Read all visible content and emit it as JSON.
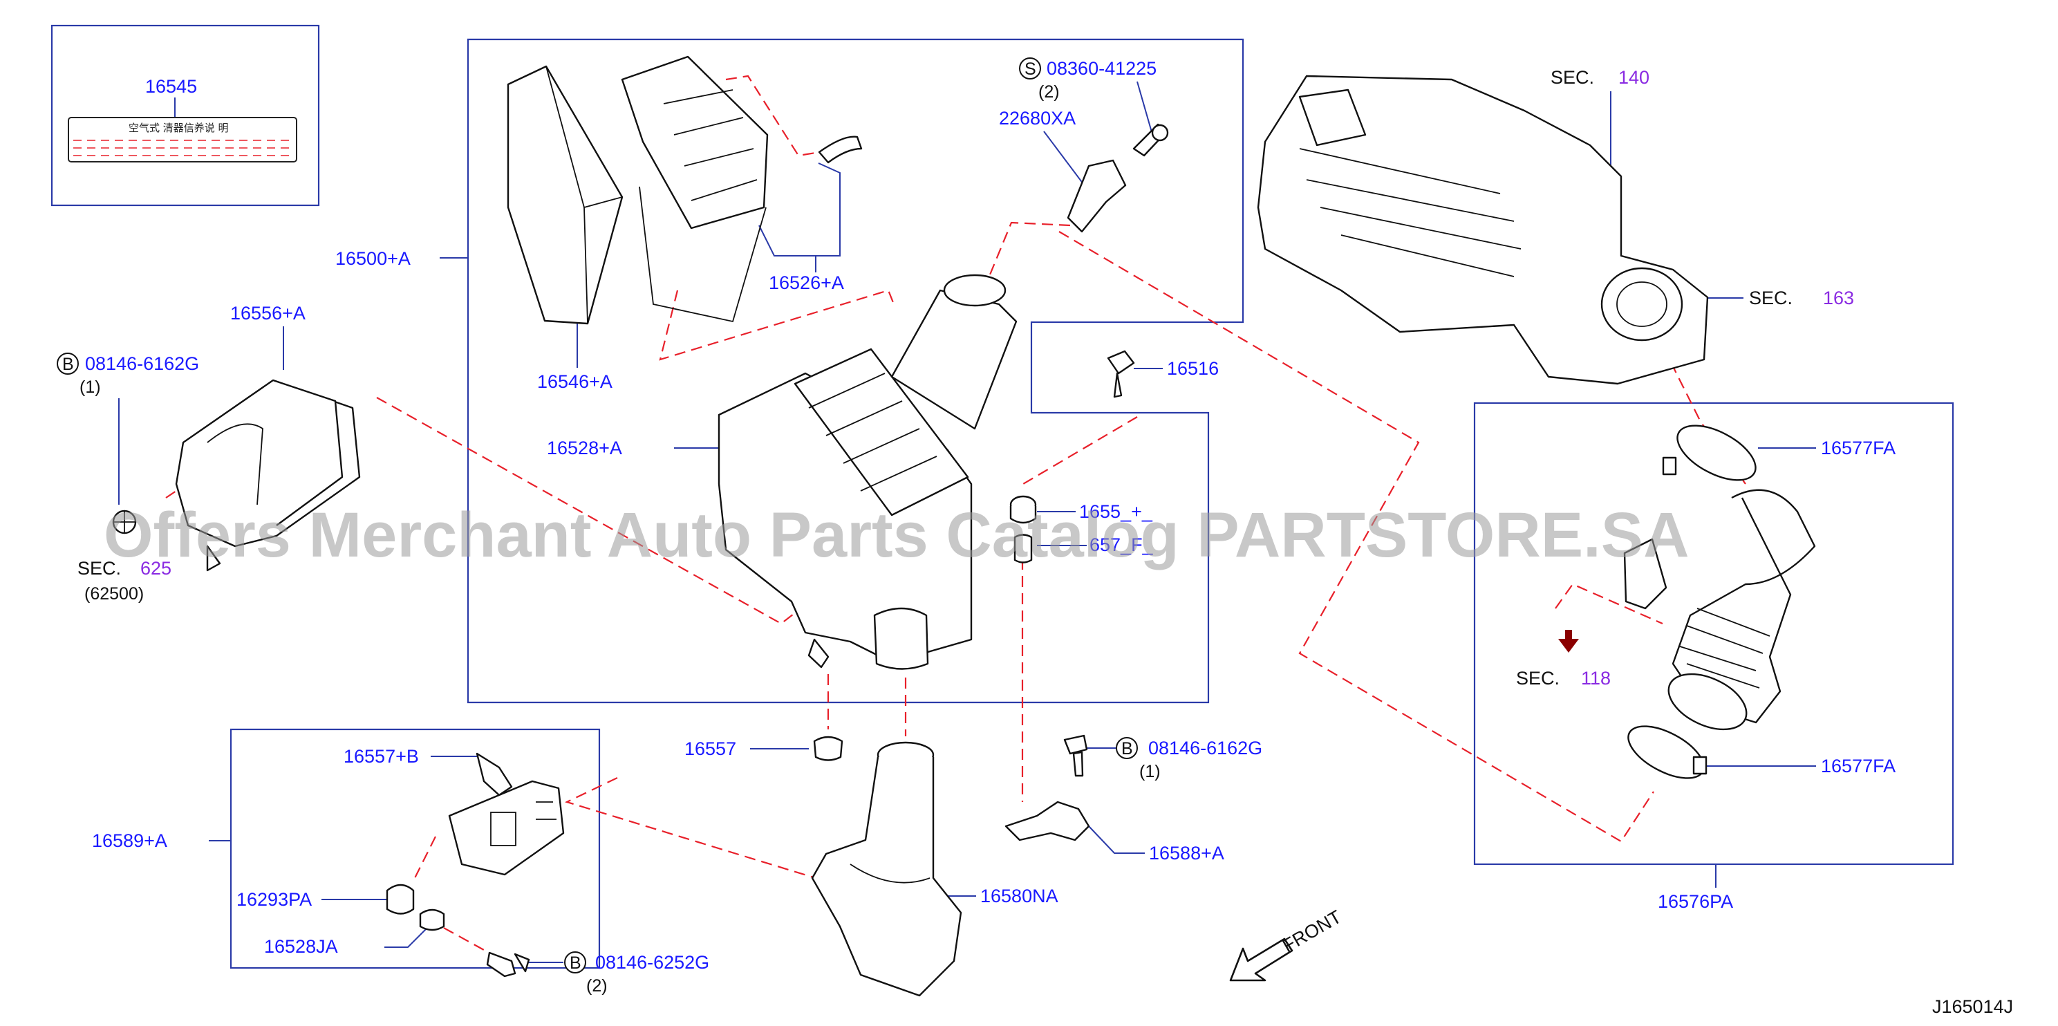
{
  "diagram": {
    "drawing_id": "J165014J",
    "watermark": "Offers Merchant Auto Parts Catalog PARTSTORE.SA",
    "front_label": "FRONT",
    "label_sheet": {
      "number": "16545",
      "text": "空气式  清器信养说   明"
    },
    "callouts": [
      {
        "id": "16500+A"
      },
      {
        "id": "16546+A"
      },
      {
        "id": "16526+A"
      },
      {
        "id": "22680XA"
      },
      {
        "id": "08360-41225",
        "badge": "S",
        "qty": "(2)"
      },
      {
        "id": "16528+A"
      },
      {
        "id": "16516"
      },
      {
        "id": "1655_+_",
        "note": "partially obscured"
      },
      {
        "id": "657_F_",
        "note": "partially obscured"
      },
      {
        "id": "16556+A"
      },
      {
        "id": "08146-6162G",
        "badge": "B",
        "qty": "(1)"
      },
      {
        "id": "16557"
      },
      {
        "id": "16557+B"
      },
      {
        "id": "16589+A"
      },
      {
        "id": "16293PA"
      },
      {
        "id": "16528JA"
      },
      {
        "id": "08146-6252G",
        "badge": "B",
        "qty": "(2)"
      },
      {
        "id": "16580NA"
      },
      {
        "id": "08146-6162G",
        "badge": "B",
        "qty": "(1)"
      },
      {
        "id": "16588+A"
      },
      {
        "id": "16577FA"
      },
      {
        "id": "16577FA"
      },
      {
        "id": "16576PA"
      }
    ],
    "section_refs": [
      {
        "prefix": "SEC.",
        "number": "140"
      },
      {
        "prefix": "SEC.",
        "number": "163"
      },
      {
        "prefix": "SEC.",
        "number": "625",
        "sub": "(62500)"
      },
      {
        "prefix": "SEC.",
        "number": "118"
      }
    ],
    "colors": {
      "callout": "#1a1aff",
      "section_number": "#8a2be2",
      "leader": "#2a3aa8",
      "dashed": "#e8202a",
      "arrow": "#8b0000"
    }
  }
}
